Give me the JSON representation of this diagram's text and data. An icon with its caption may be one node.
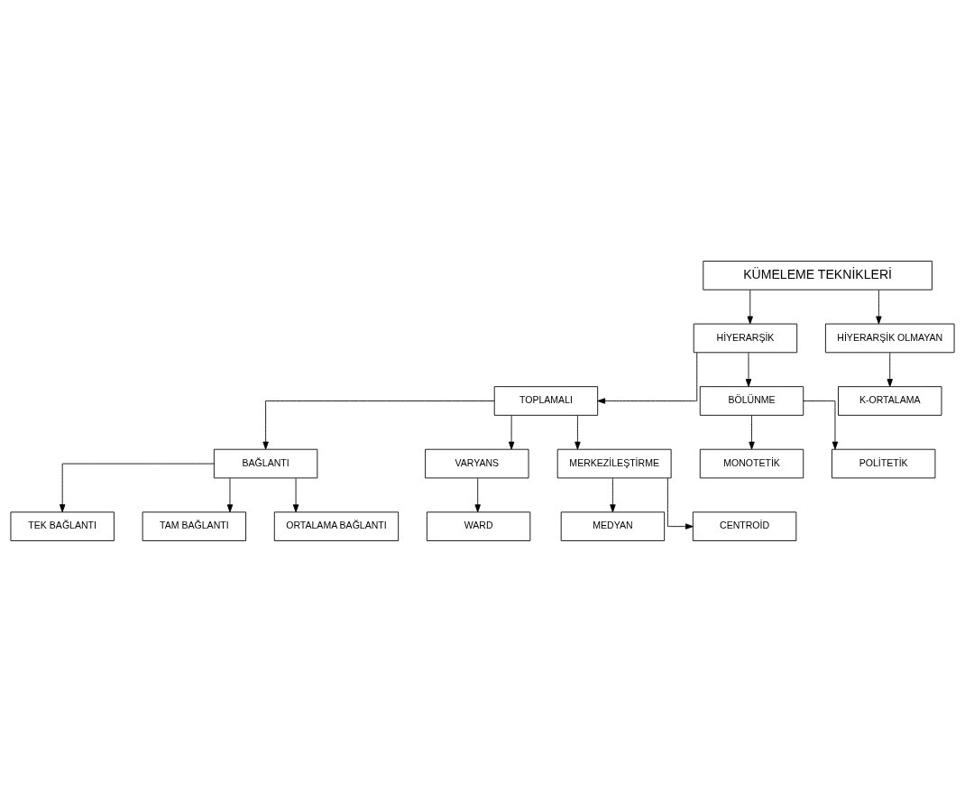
{
  "diagram": {
    "nodes": [
      {
        "text": [
          "KÜMELEME TEKNİKLERİ"
        ]
      },
      {
        "text": [
          "HİYERARŞİK"
        ]
      },
      {
        "text": [
          "HİYERARŞİK OLMAYAN"
        ]
      },
      {
        "text": [
          "TOPLAMALI"
        ]
      },
      {
        "text": [
          "BÖLÜNME"
        ]
      },
      {
        "text": [
          "K-ORTALAMA"
        ]
      },
      {
        "text": [
          "MONOTETİK"
        ]
      },
      {
        "text": [
          "POLİTETİK"
        ]
      },
      {
        "text": [
          "BAĞLANTI"
        ]
      },
      {
        "text": [
          "VARYANS"
        ]
      },
      {
        "text": [
          "MERKEZİLEŞTİRME"
        ]
      },
      {
        "text": [
          "WARD"
        ]
      },
      {
        "text": [
          "MEDYAN"
        ]
      },
      {
        "text": [
          "CENTROİD"
        ]
      },
      {
        "text": [
          "TEK BAĞLANTI"
        ]
      },
      {
        "text": [
          "TAM BAĞLANTI"
        ]
      },
      {
        "text": [
          "ORTALAMA BAĞLANTI"
        ]
      }
    ],
    "edges": [
      {
        "from": 0,
        "to": 1,
        "arrow": "to"
      },
      {
        "from": 0,
        "to": 2,
        "arrow": "to"
      },
      {
        "from": 1,
        "to": 3,
        "arrow": "to"
      },
      {
        "from": 1,
        "to": 4,
        "arrow": "to"
      },
      {
        "from": 2,
        "to": 5,
        "arrow": "to"
      },
      {
        "from": 4,
        "to": 6,
        "arrow": "to"
      },
      {
        "from": 4,
        "to": 7,
        "arrow": "to"
      },
      {
        "from": 3,
        "to": 8,
        "arrow": "to"
      },
      {
        "from": 3,
        "to": 9,
        "arrow": "to"
      },
      {
        "from": 3,
        "to": 10,
        "arrow": "to"
      },
      {
        "from": 9,
        "to": 11,
        "arrow": "to"
      },
      {
        "from": 10,
        "to": 12,
        "arrow": "to"
      },
      {
        "from": 10,
        "to": 13,
        "arrow": "to"
      },
      {
        "from": 8,
        "to": 14,
        "arrow": "to"
      },
      {
        "from": 8,
        "to": 15,
        "arrow": "to"
      },
      {
        "from": 8,
        "to": 16,
        "arrow": "to"
      }
    ]
  }
}
